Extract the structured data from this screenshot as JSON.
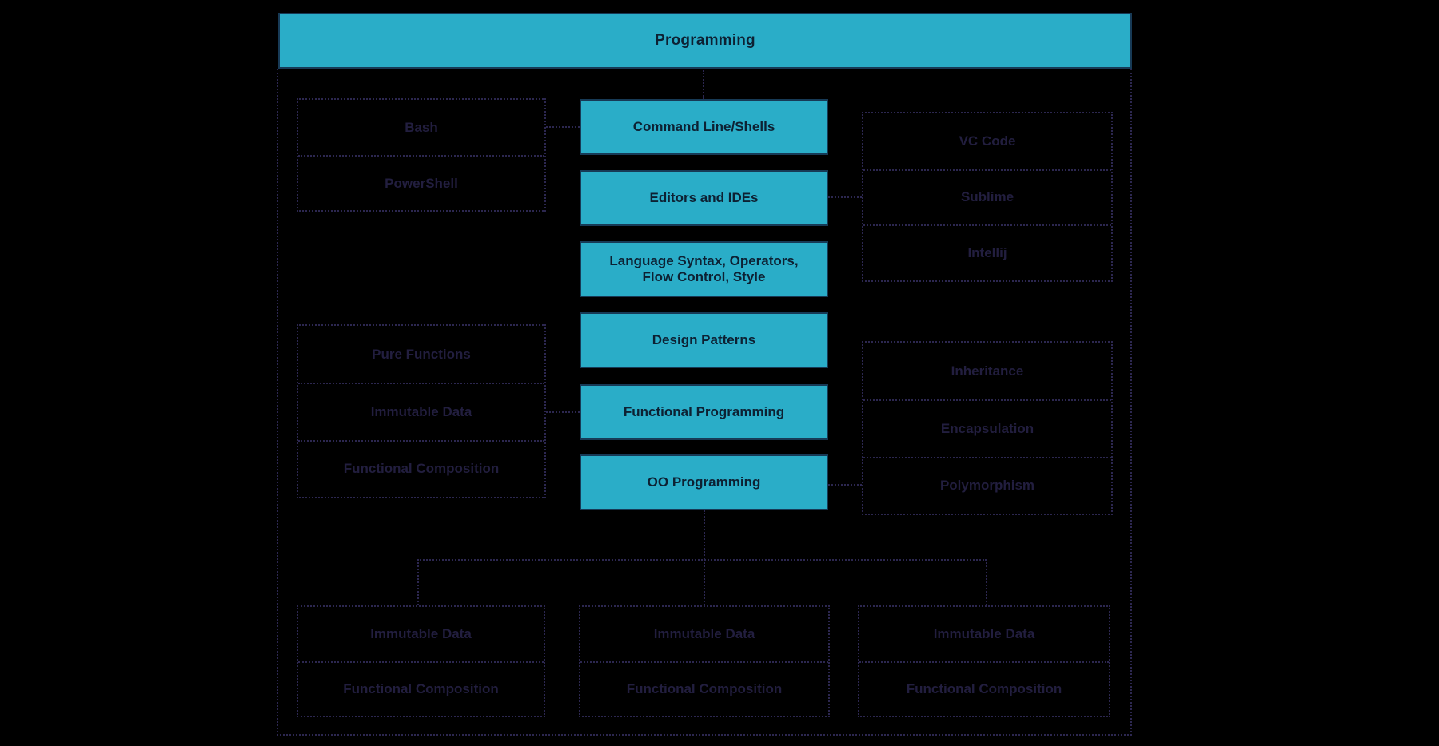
{
  "colors": {
    "background": "#000000",
    "node_fill": "#2aadc8",
    "node_border": "#173a56",
    "node_text": "#0d2133",
    "muted_text": "#221e3f",
    "muted_border": "#2c2750"
  },
  "diagram": {
    "root": "Programming",
    "topics": [
      "Command Line/Shells",
      "Editors and IDEs",
      "Language Syntax, Operators, Flow Control, Style",
      "Design Patterns",
      "Functional Programming",
      "OO Programming"
    ],
    "left_group_shells": [
      "Bash",
      "PowerShell"
    ],
    "right_group_editors": [
      "VC Code",
      "Sublime",
      "Intellij"
    ],
    "left_group_functional": [
      "Pure Functions",
      "Immutable Data",
      "Functional Composition"
    ],
    "right_group_oop": [
      "Inheritance",
      "Encapsulation",
      "Polymorphism"
    ],
    "bottom_groups": [
      [
        "Immutable Data",
        "Functional Composition"
      ],
      [
        "Immutable Data",
        "Functional Composition"
      ],
      [
        "Immutable Data",
        "Functional Composition"
      ]
    ]
  }
}
